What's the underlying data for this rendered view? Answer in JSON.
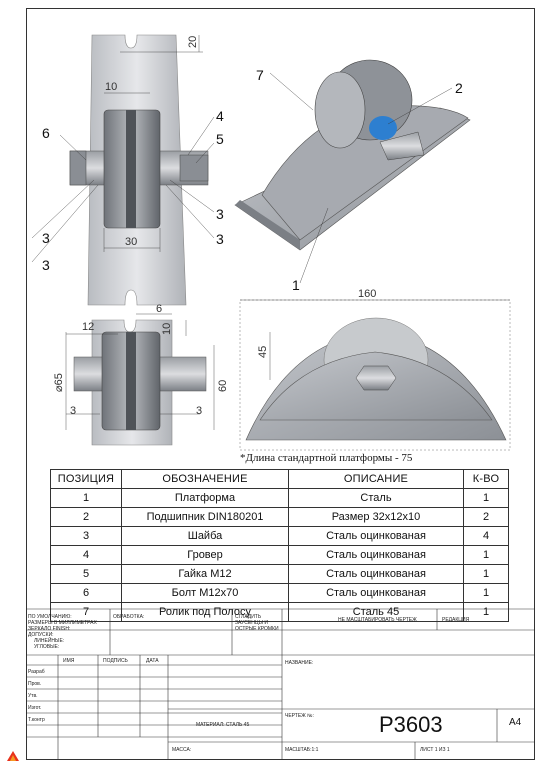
{
  "labels": {
    "l1": "1",
    "l2": "2",
    "l3a": "3",
    "l3b": "3",
    "l3c": "3",
    "l3d": "3",
    "l4": "4",
    "l5": "5",
    "l6": "6",
    "l7": "7"
  },
  "dims": {
    "d20": "20",
    "d10a": "10",
    "d30": "30",
    "d12": "12",
    "d6": "6",
    "d10b": "10",
    "d65": "⌀65",
    "d60": "60",
    "d3a": "3",
    "d3b": "3",
    "d160": "160",
    "d45": "45"
  },
  "caption": "*Длина стандартной платформы - 75",
  "table": {
    "headers": [
      "ПОЗИЦИЯ",
      "ОБОЗНАЧЕНИЕ",
      "ОПИСАНИЕ",
      "К-ВО"
    ],
    "rows": [
      [
        "1",
        "Платформа",
        "Сталь",
        "1"
      ],
      [
        "2",
        "Подшипник DIN180201",
        "Размер 32x12x10",
        "2"
      ],
      [
        "3",
        "Шайба",
        "Сталь оцинкованая",
        "4"
      ],
      [
        "4",
        "Гровер",
        "Сталь оцинкованая",
        "1"
      ],
      [
        "5",
        "Гайка М12",
        "Сталь оцинкованая",
        "1"
      ],
      [
        "6",
        "Болт М12х70",
        "Сталь оцинкованая",
        "1"
      ],
      [
        "7",
        "Ролик под Полосу",
        "Сталь 45",
        "1"
      ]
    ]
  },
  "title_block": {
    "defaults1": "ПО УМОЛЧАНИЮ:",
    "defaults2": "РАЗМЕРЫ В МИЛЛИМЕТРАХ",
    "defaults3": "ЗЕРКАЛО FINISH:",
    "defaults4": "ДОПУСКИ:",
    "defaults5": "ЛИНЕЙНЫЕ:",
    "defaults6": "УГЛОВЫЕ:",
    "finish": "ОБРАБОТКА:",
    "deburr1": "СГЛАДИТЬ",
    "deburr2": "ЗАУСЕНЦЫ И",
    "deburr3": "ОСТРЫЕ КРОМКИ",
    "no_scale": "НЕ МАСШТАБИРОВАТЬ ЧЕРТЕЖ",
    "revision": "РЕДАКЦИЯ",
    "col_name": "ИМЯ",
    "col_sign": "ПОДПИСЬ",
    "col_date": "ДАТА",
    "name_label": "НАЗВАНИЕ:",
    "r_dev": "Разраб",
    "r_check": "Пров.",
    "r_appr": "Утв.",
    "r_mfg": "Изгот.",
    "r_qa": "Т.контр",
    "material": "МАТЕРИАЛ: СТАЛЬ 45",
    "dwg_no_label": "ЧЕРТЕЖ №:",
    "dwg_no": "P3603",
    "size": "A4",
    "mass": "МАССА:",
    "scale": "МАСШТАБ:1:1",
    "sheet": "ЛИСТ 1 ИЗ 1"
  }
}
